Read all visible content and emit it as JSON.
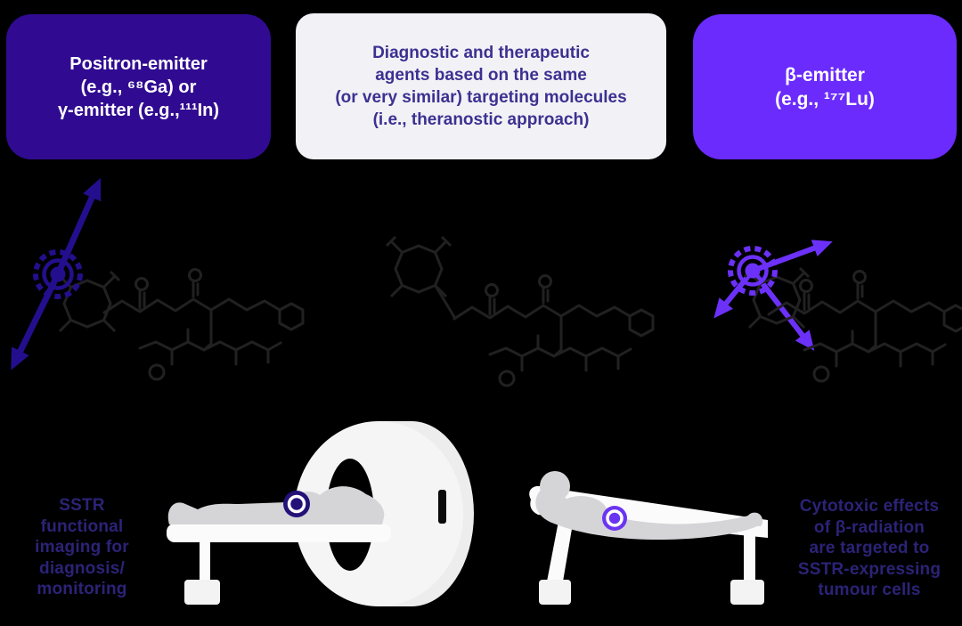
{
  "top_row": {
    "left_box": {
      "lines": [
        "Positron-emitter",
        "(e.g., ⁶⁸Ga) or",
        "γ-emitter (e.g.,¹¹¹In)"
      ],
      "bg": "#300b91",
      "text_color": "#ffffff"
    },
    "center_box": {
      "lines": [
        "Diagnostic and therapeutic",
        "agents based on the same",
        "(or very similar) targeting molecules",
        "(i.e., theranostic approach)"
      ],
      "bg": "#f2f2f6",
      "text_color": "#3c3191"
    },
    "right_box": {
      "lines": [
        "β-emitter",
        "(e.g., ¹⁷⁷Lu)"
      ],
      "bg": "#6a2bfc",
      "text_color": "#ffffff"
    }
  },
  "captions": {
    "left": {
      "lines": [
        "SSTR",
        "functional",
        "imaging for",
        "diagnosis/",
        "monitoring"
      ],
      "color": "#2b2377"
    },
    "right": {
      "lines": [
        "Cytotoxic effects",
        "of β-radiation",
        "are targeted to",
        "SSTR-expressing",
        "tumour cells"
      ],
      "color": "#2b2377"
    }
  },
  "icons": {
    "gamma_radiolabel": "radiation-burst-icon (indigo, two arrows)",
    "beta_radiolabel": "radiation-burst-icon (violet, three arrows)",
    "diagnostic_tracer_marker": "target-ring-marker (indigo)",
    "therapy_tracer_marker": "target-ring-marker (violet)"
  },
  "colors": {
    "background": "#000000",
    "gamma_accent": "#230f8e",
    "beta_accent": "#6c31f8",
    "molecule_stroke": "#212121",
    "scanner_light": "#f5f5f5",
    "scanner_side": "#ededed",
    "patient_gray": "#d5d5d8",
    "marker_indigo": "#241178",
    "marker_violet": "#6a35f2"
  }
}
